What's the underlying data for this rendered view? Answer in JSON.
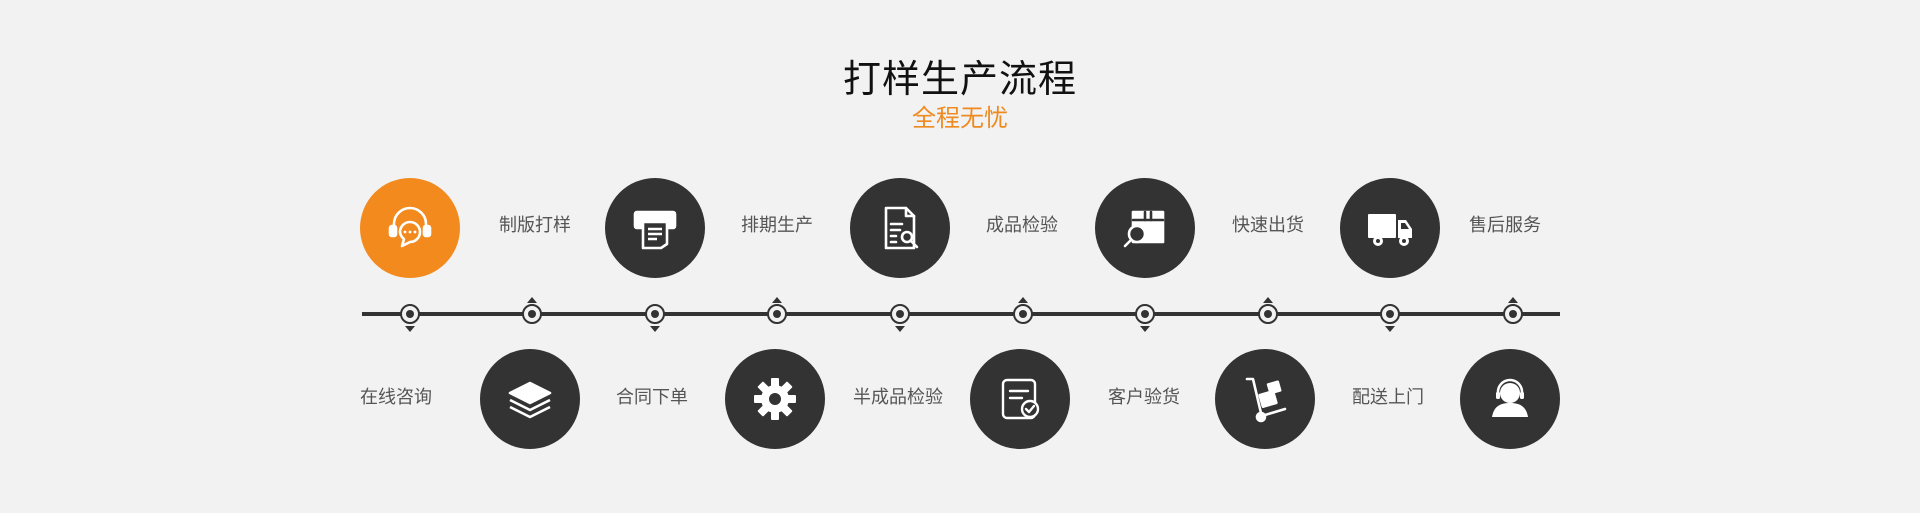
{
  "header": {
    "title": "打样生产流程",
    "subtitle": "全程无忧"
  },
  "colors": {
    "accent": "#f28a1e",
    "circle": "#333333",
    "background": "#f2f2f2"
  },
  "steps": [
    {
      "label": "在线咨询",
      "icon": "headset-chat-icon"
    },
    {
      "label": "制版打样",
      "icon": "layers-icon"
    },
    {
      "label": "合同下单",
      "icon": "printer-icon"
    },
    {
      "label": "排期生产",
      "icon": "gear-icon"
    },
    {
      "label": "半成品检验",
      "icon": "document-search-icon"
    },
    {
      "label": "成品检验",
      "icon": "checklist-icon"
    },
    {
      "label": "客户验货",
      "icon": "box-search-icon"
    },
    {
      "label": "快速出货",
      "icon": "hand-truck-icon"
    },
    {
      "label": "配送上门",
      "icon": "delivery-truck-icon"
    },
    {
      "label": "售后服务",
      "icon": "customer-service-icon"
    }
  ]
}
